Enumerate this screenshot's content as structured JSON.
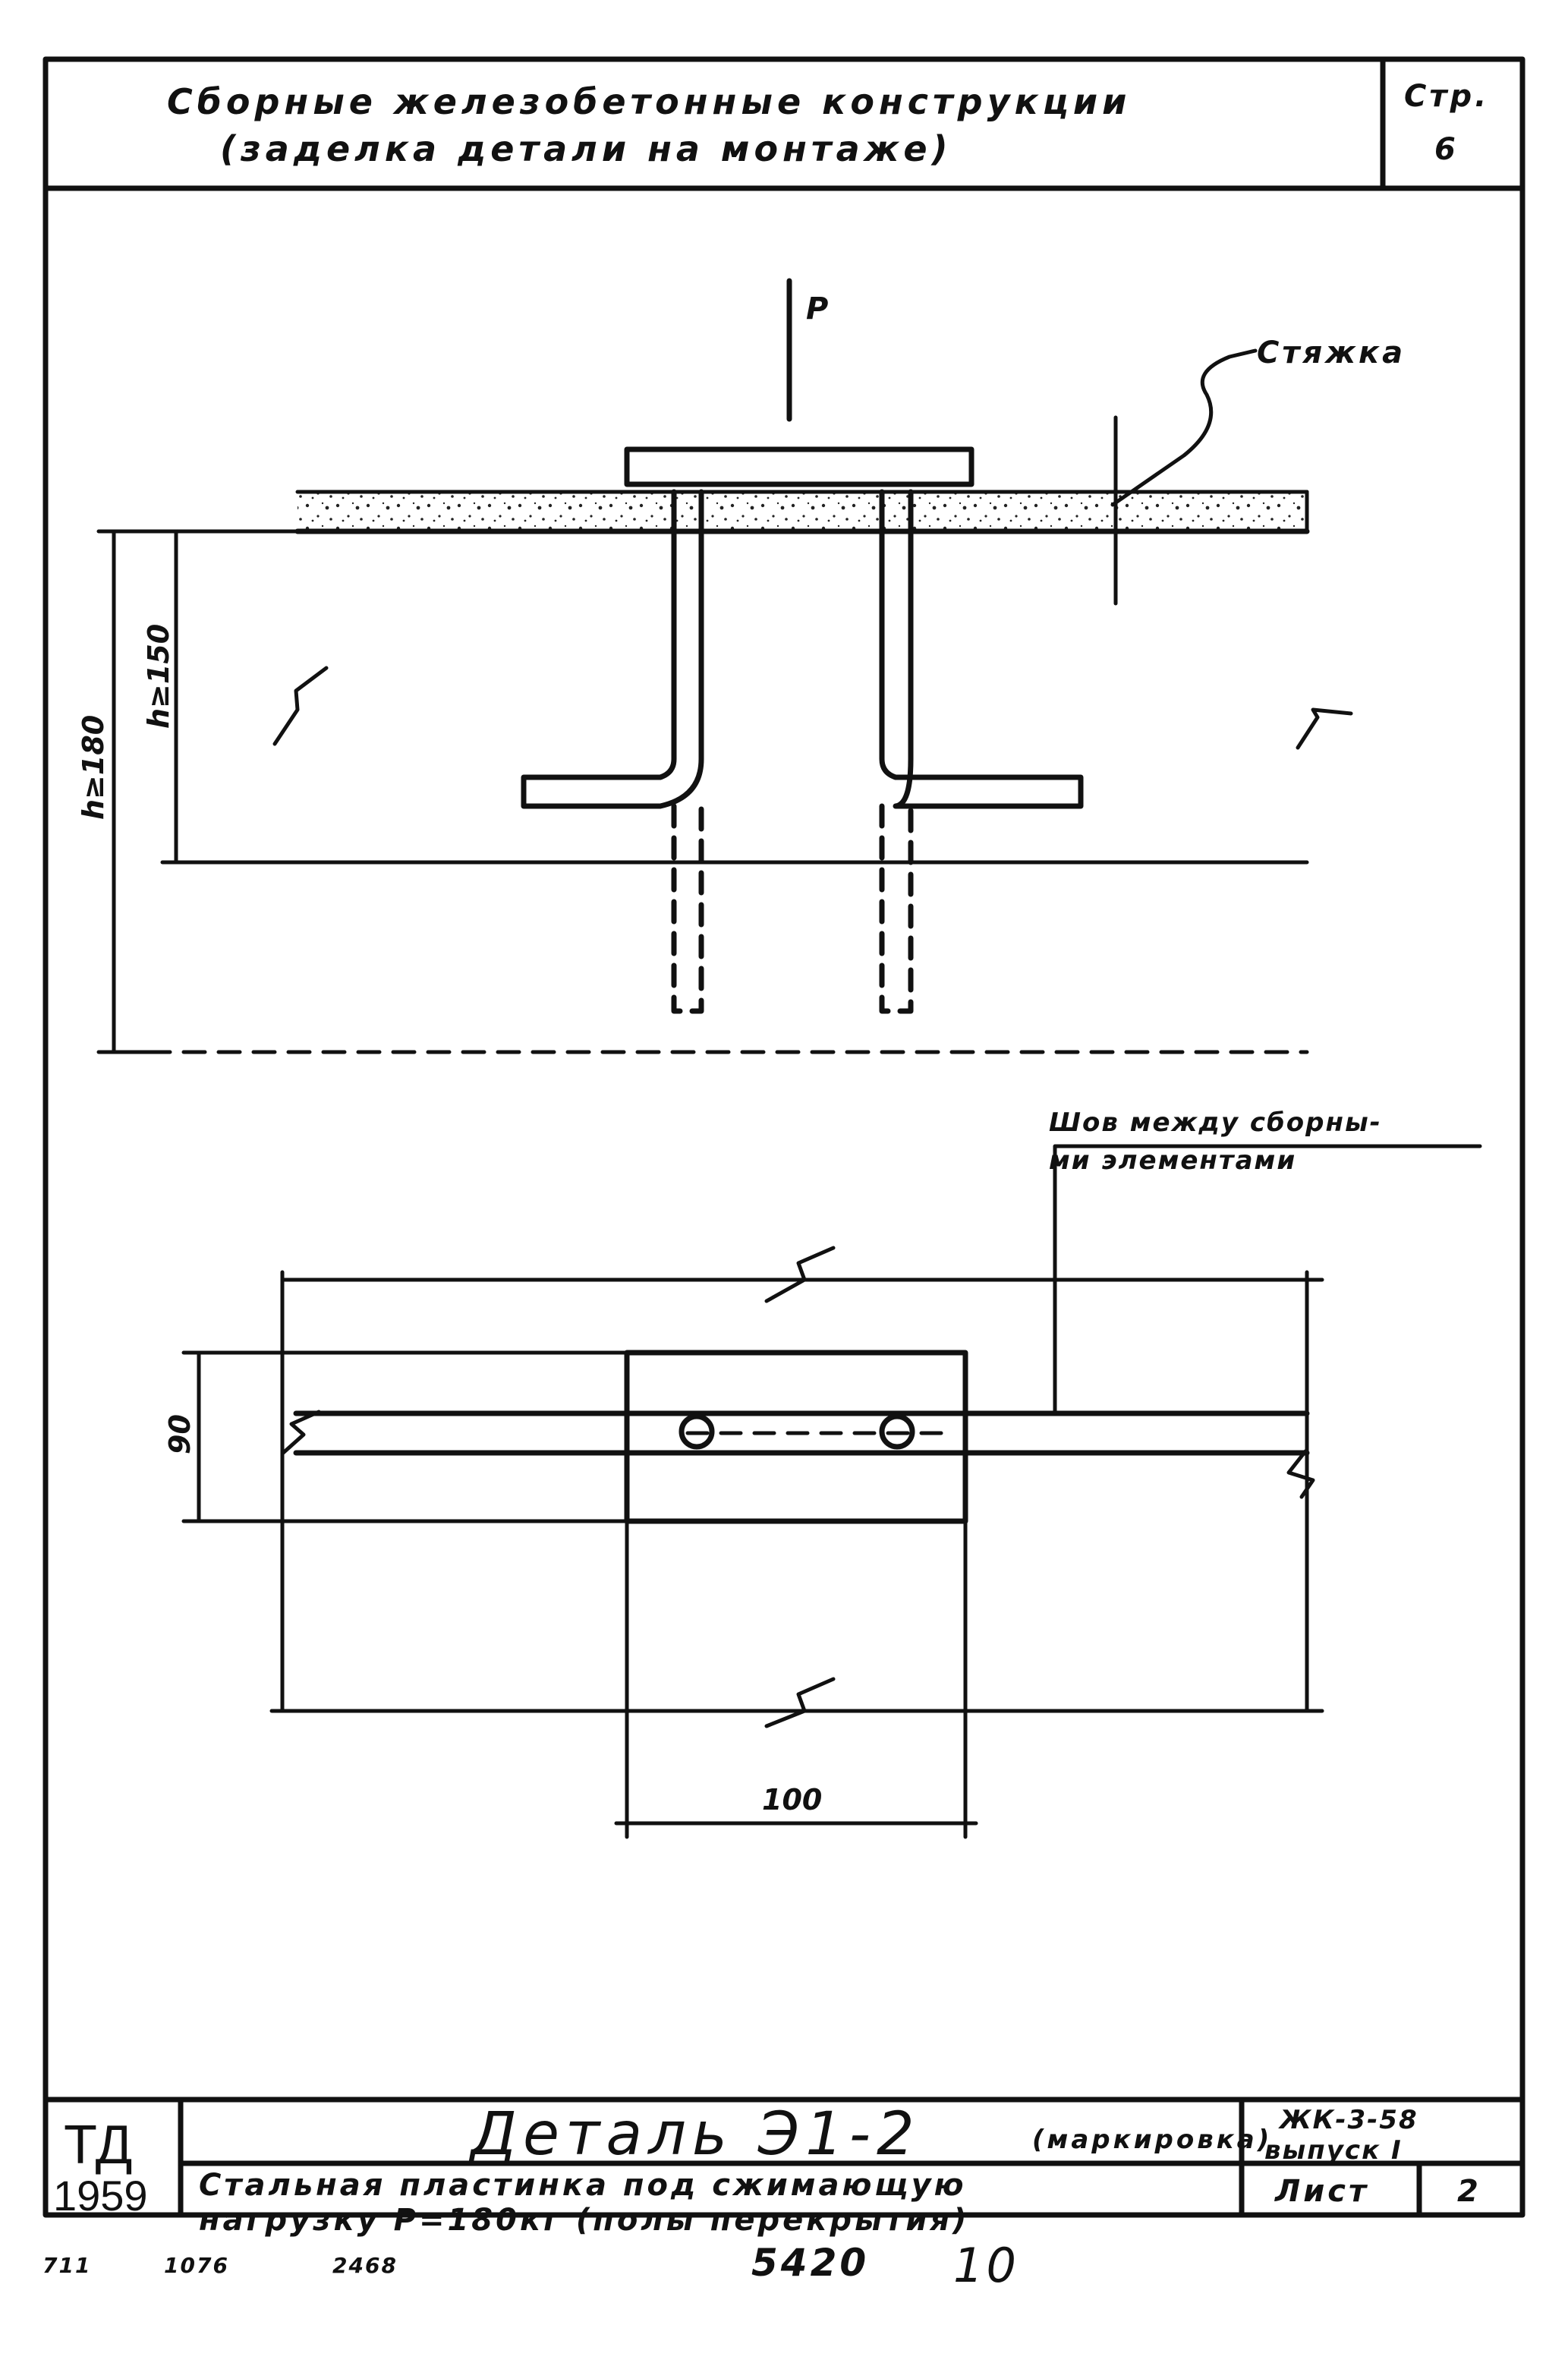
{
  "header": {
    "title_line1": "Сборные железобетонные конструкции",
    "title_line2": "(заделка детали на монтаже)",
    "page_label": "Стр.",
    "page_number": "6"
  },
  "section": {
    "load_label": "P",
    "screed_label": "Стяжка",
    "dim_h_total": "h≥180",
    "dim_h_anchor": "h≥150"
  },
  "plan": {
    "joint_label_line1": "Шов между сборны-",
    "joint_label_line2": "ми элементами",
    "dim_width": "90",
    "dim_length": "100"
  },
  "title_block": {
    "org_line1": "ТД",
    "org_line2": "1959",
    "detail_name": "Деталь Э1-2",
    "detail_marking": "(маркировка)",
    "description_line1": "Стальная пластинка под сжимающую",
    "description_line2": "нагрузку P=180кг (полы перекрытия)",
    "series_line1": "ЖК-3-58",
    "series_line2": "выпуск I",
    "sheet_label": "Лист",
    "sheet_number": "2"
  },
  "footer": {
    "note1": "711",
    "note2": "1076",
    "note3": "2468",
    "note4": "5420",
    "note5": "10"
  }
}
